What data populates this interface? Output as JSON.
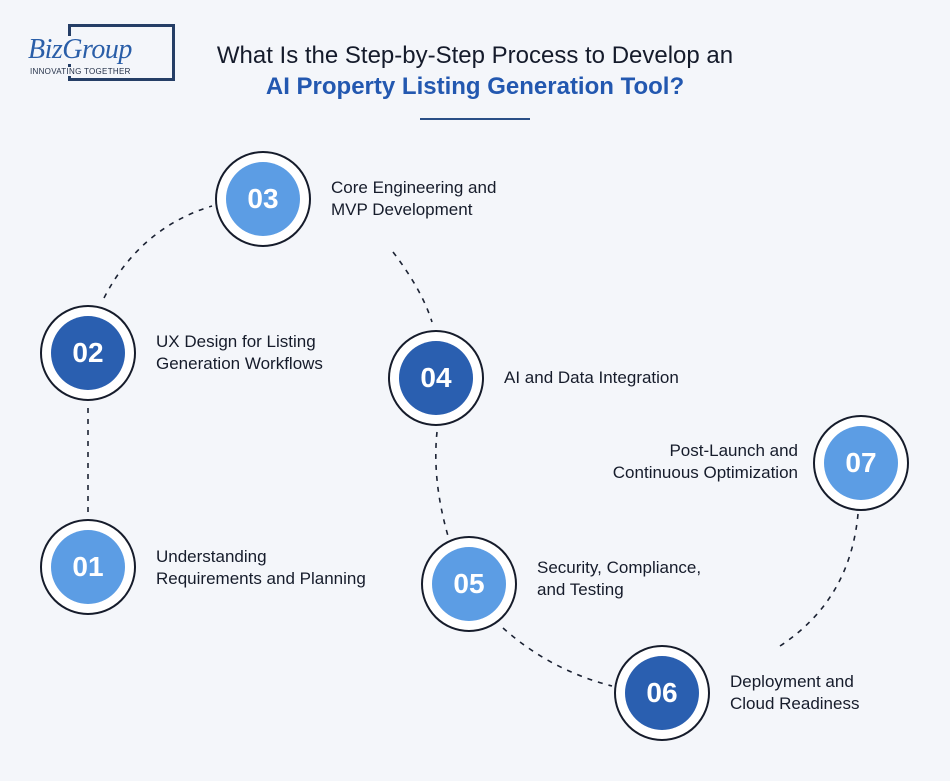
{
  "logo": {
    "wordmark": "BizGroup",
    "tagline": "INNOVATING TOGETHER"
  },
  "header": {
    "title_line1": "What Is the Step-by-Step Process to Develop an",
    "title_line2": "AI Property Listing Generation Tool?"
  },
  "steps": [
    {
      "number": "01",
      "label_lines": [
        "Understanding",
        "Requirements and Planning"
      ]
    },
    {
      "number": "02",
      "label_lines": [
        "UX Design for Listing",
        "Generation Workflows"
      ]
    },
    {
      "number": "03",
      "label_lines": [
        "Core Engineering and",
        "MVP Development"
      ]
    },
    {
      "number": "04",
      "label_lines": [
        "AI and Data Integration"
      ]
    },
    {
      "number": "05",
      "label_lines": [
        "Security, Compliance,",
        "and Testing"
      ]
    },
    {
      "number": "06",
      "label_lines": [
        "Deployment and",
        "Cloud Readiness"
      ]
    },
    {
      "number": "07",
      "label_lines": [
        "Post-Launch and",
        "Continuous Optimization"
      ]
    }
  ],
  "colors": {
    "light_circle": "#5c9de4",
    "dark_circle": "#2a5fb0",
    "title_accent": "#2358b0",
    "background": "#f4f6fa"
  }
}
